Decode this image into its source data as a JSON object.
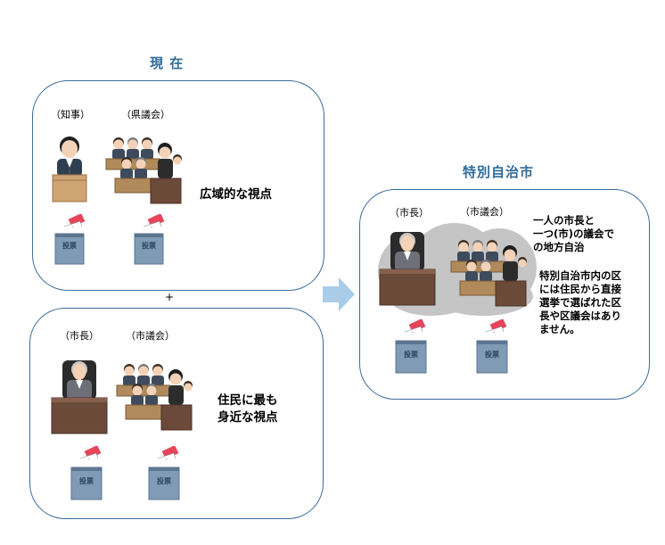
{
  "current": {
    "title": "現 在",
    "prefecture": {
      "governor_label": "（知事）",
      "assembly_label": "（県議会）",
      "note": "広域的な視点"
    },
    "plus": "+",
    "city": {
      "mayor_label": "（市長）",
      "assembly_label": "（市議会）",
      "note_line1": "住民に最も",
      "note_line2": "身近な視点"
    }
  },
  "special_city": {
    "title": "特別自治市",
    "mayor_label": "（市長）",
    "assembly_label": "（市議会）",
    "note_line1": "一人の市長と",
    "note_line2": "一つ(市)の議会で",
    "note_line3": "の地方自治",
    "detail_line1": "特別自治市内の区",
    "detail_line2": "には住民から直接",
    "detail_line3": "選挙で選ばれた区",
    "detail_line4": "長や区議会はあり",
    "detail_line5": "ません。"
  },
  "ballot_box_text": "投票",
  "colors": {
    "panel_border": "#3d6c9c",
    "heading": "#2f6b9a",
    "arrow": "#a9cde8",
    "cloud": "#c5c5c5",
    "desk": "#6b4a3a",
    "ballot_box": "#7f9bb6",
    "ballot_card": "#e8455a"
  }
}
